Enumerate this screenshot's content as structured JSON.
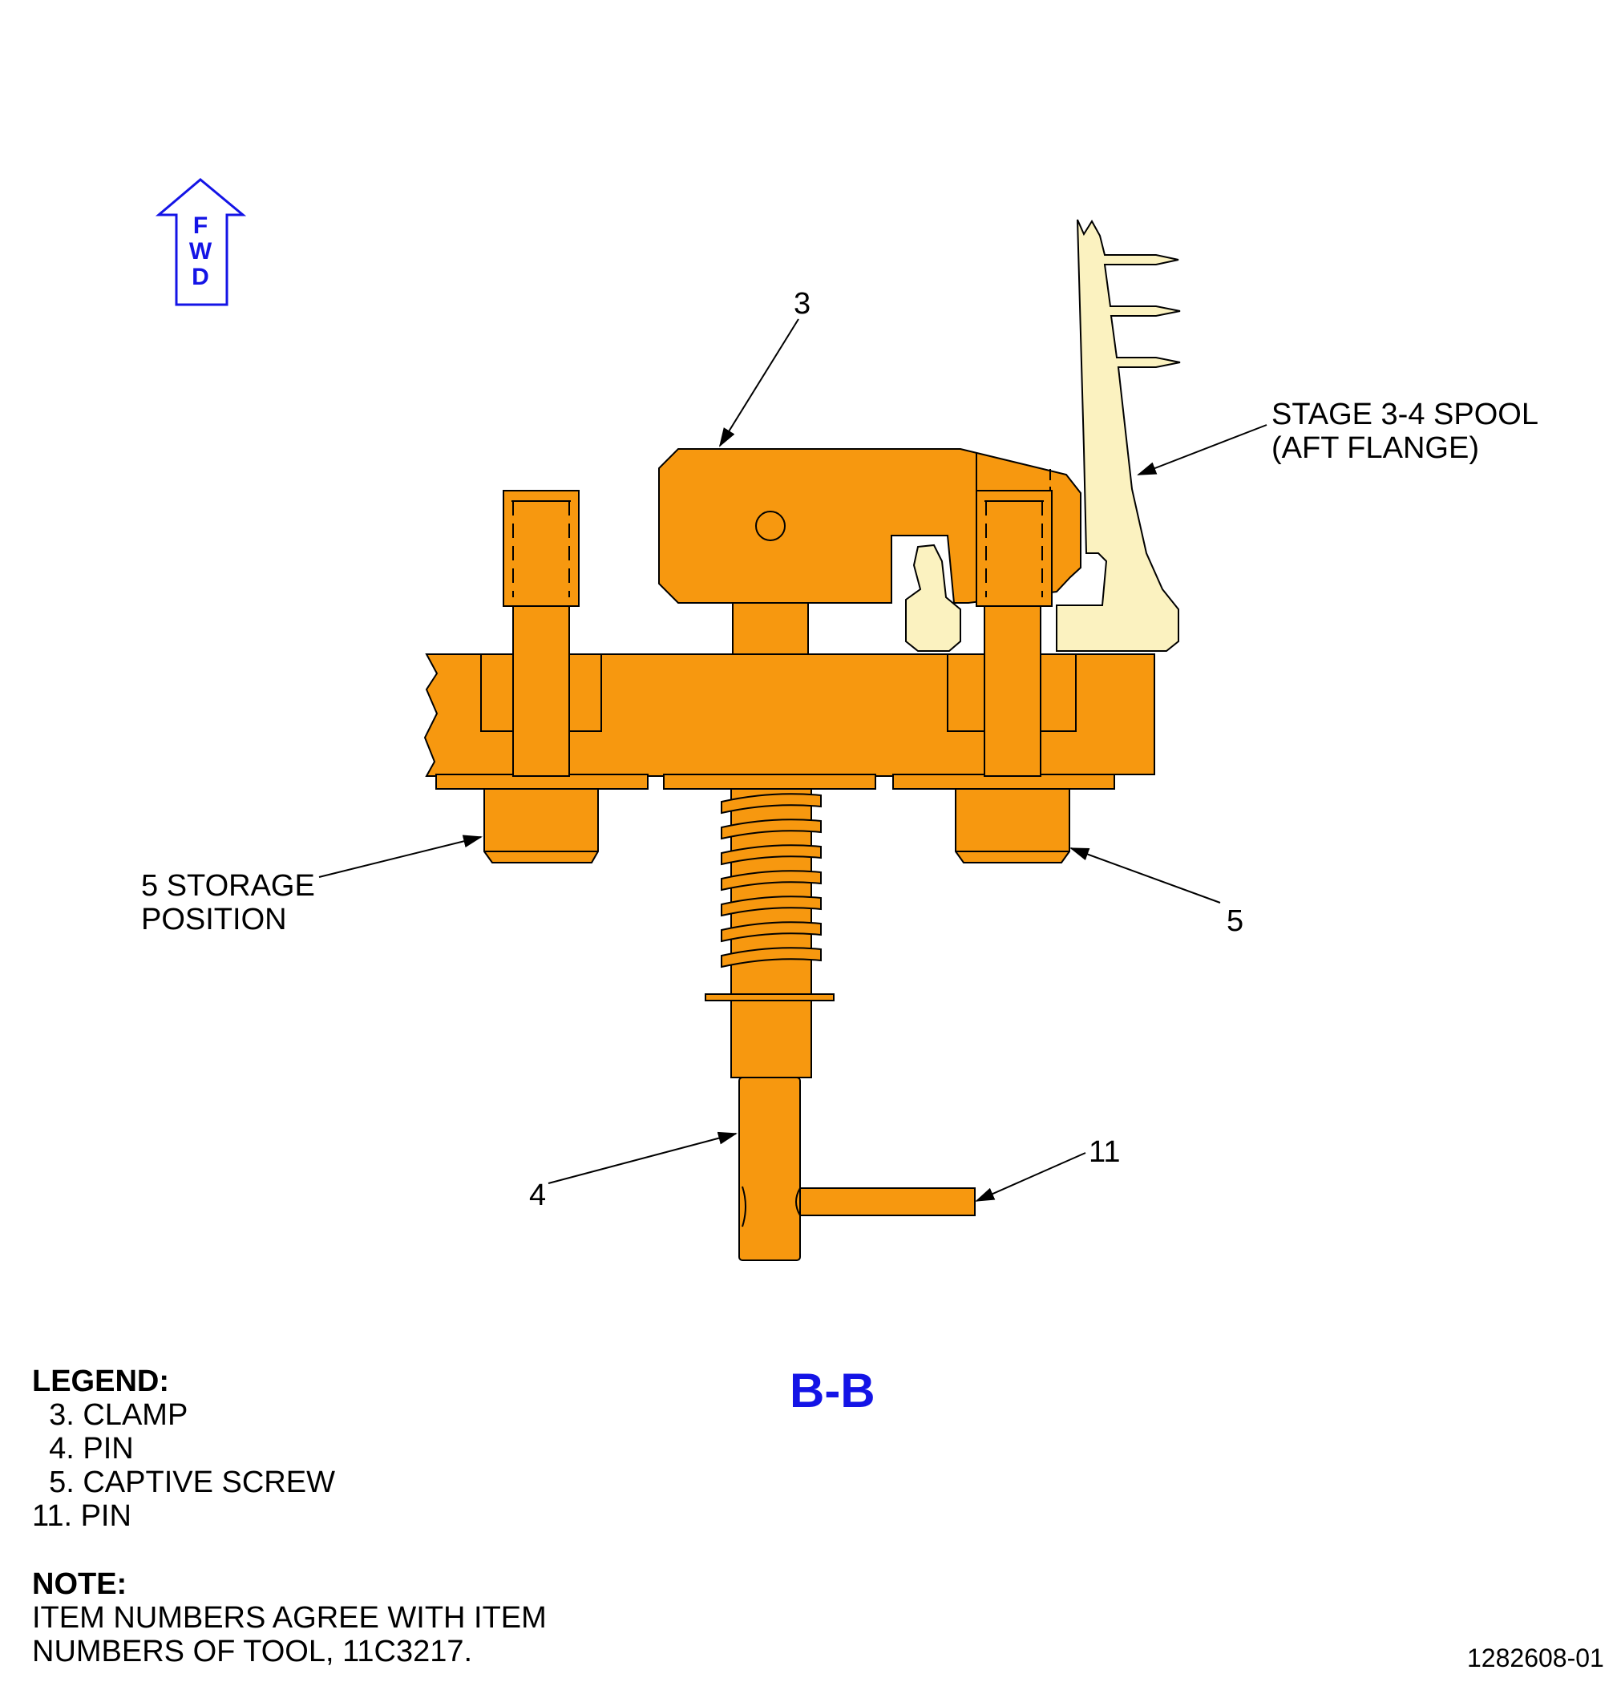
{
  "orientation": {
    "letters": [
      "F",
      "W",
      "D"
    ],
    "color": "#1414e6"
  },
  "view_title": "B-B",
  "callouts": {
    "item3": "3",
    "spool_line1": "STAGE 3-4 SPOOL",
    "spool_line2": "(AFT FLANGE)",
    "storage_line1": "5 STORAGE",
    "storage_line2": "POSITION",
    "item5": "5",
    "item4": "4",
    "item11": "11"
  },
  "legend": {
    "heading": "LEGEND:",
    "items": [
      "  3. CLAMP",
      "  4. PIN",
      "  5. CAPTIVE SCREW",
      "11. PIN"
    ]
  },
  "note": {
    "heading": "NOTE:",
    "line1": "ITEM NUMBERS AGREE WITH ITEM",
    "line2": "NUMBERS OF TOOL, 11C3217."
  },
  "figure_number": "1282608-01",
  "colors": {
    "tool": "#f7980f",
    "spool": "#fbf2c0",
    "outline": "#000000",
    "accent": "#1414e6"
  }
}
